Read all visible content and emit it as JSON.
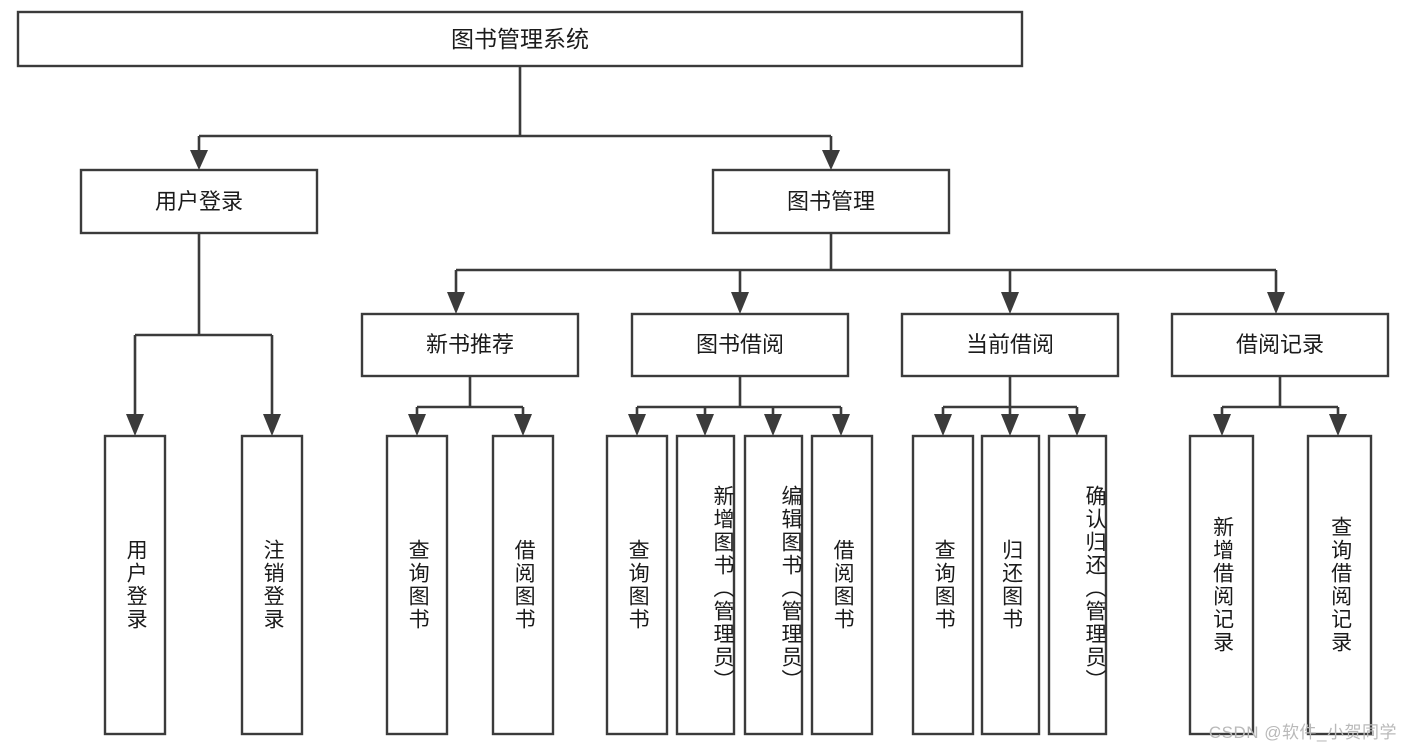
{
  "diagram": {
    "type": "tree-hierarchy",
    "title": "图书管理系统",
    "watermark": "CSDN @软件_小贺同学",
    "colors": {
      "box_fill": "#ffffff",
      "box_stroke": "#3b3b3b",
      "text": "#1b1b1b",
      "watermark": "#b9b9b9",
      "background": "#ffffff"
    },
    "levels": {
      "root": {
        "label": "图书管理系统"
      },
      "level1": [
        {
          "label": "用户登录"
        },
        {
          "label": "图书管理"
        }
      ],
      "level2": [
        {
          "label": "新书推荐"
        },
        {
          "label": "图书借阅"
        },
        {
          "label": "当前借阅"
        },
        {
          "label": "借阅记录"
        }
      ]
    },
    "leaves": {
      "user_login": [
        {
          "label": "用户登录"
        },
        {
          "label": "注销登录"
        }
      ],
      "new_book_recommend": [
        {
          "label": "查询图书"
        },
        {
          "label": "借阅图书"
        }
      ],
      "book_borrow": [
        {
          "label": "查询图书"
        },
        {
          "label": "新增图书（管理员）"
        },
        {
          "label": "编辑图书（管理员）"
        },
        {
          "label": "借阅图书"
        }
      ],
      "current_borrow": [
        {
          "label": "查询图书"
        },
        {
          "label": "归还图书"
        },
        {
          "label": "确认归还（管理员）"
        }
      ],
      "borrow_record": [
        {
          "label": "新增借阅记录"
        },
        {
          "label": "查询借阅记录"
        }
      ]
    }
  }
}
